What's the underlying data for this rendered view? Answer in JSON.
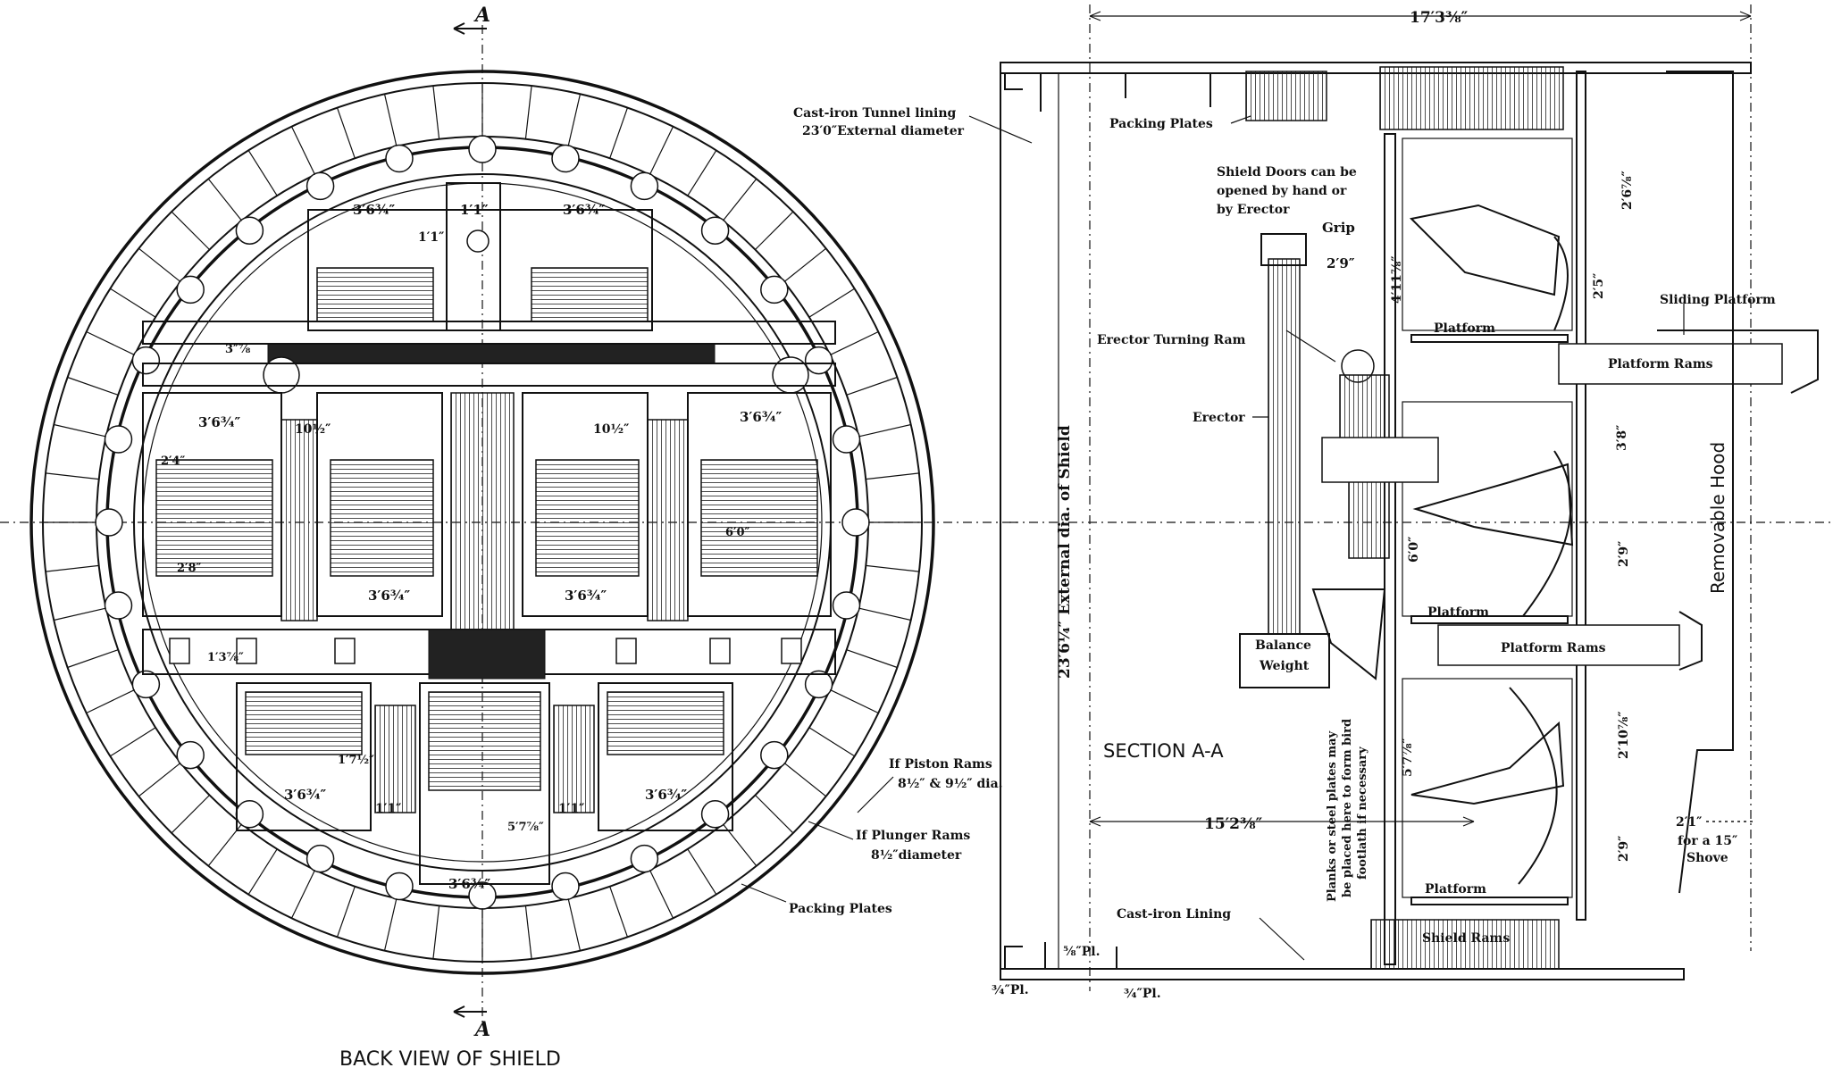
{
  "back_view": {
    "section_mark_top": "A",
    "section_mark_bottom": "A",
    "caption": "BACK VIEW OF SHIELD",
    "labels": {
      "tunnel_lining": "Cast-iron Tunnel lining",
      "tunnel_lining_dia": "23′0″External diameter",
      "piston_rams": "If Piston Rams",
      "piston_rams_dia": "8½″ & 9½″ dia.",
      "plunger_rams": "If Plunger Rams",
      "plunger_rams_dia": "8½″diameter",
      "packing_plates": "Packing Plates"
    },
    "dimensions": {
      "top_left_bay": "3′6¾″",
      "top_center": "1′1″",
      "top_right_bay": "3′6¾″",
      "top_height": "1′1″",
      "upper_left_small": "3″⅞",
      "mid_left_bay": "3′6¾″",
      "mid_right_bay": "3′6¾″",
      "mid_left_gap": "10½″",
      "mid_right_gap": "10½″",
      "mid_left_height": "2′4″",
      "mid_right_height": "6′0″",
      "mid_bottom_left": "3′6¾″",
      "mid_bottom_right": "3′6¾″",
      "left_small_height": "2′8″",
      "beam_height": "1′3⅞″",
      "bottom_left_bay": "3′6¾″",
      "bottom_right_bay": "3′6¾″",
      "bottom_left_gap": "1′1″",
      "bottom_right_gap": "1′1″",
      "bottom_center": "3′6¾″",
      "bottom_center_height": "5′7⅞″",
      "bottom_left_height": "1′7½″"
    }
  },
  "section": {
    "title": "SECTION A-A",
    "overall_length": "17′3⅜″",
    "inner_length": "15′2⅜″",
    "external_dia": "23′6¼″ External dia. of Shield",
    "labels": {
      "packing_plates": "Packing Plates",
      "doors_line1": "Shield Doors can be",
      "doors_line2": "opened by hand or",
      "doors_line3": "by Erector",
      "grip": "Grip",
      "erector_turning_ram": "Erector Turning Ram",
      "erector": "Erector",
      "balance_weight_1": "Balance",
      "balance_weight_2": "Weight",
      "sliding_platform": "Sliding Platform",
      "platform_rams_upper": "Platform Rams",
      "platform_rams_lower": "Platform Rams",
      "platform_1": "Platform",
      "platform_2": "Platform",
      "platform_3": "Platform",
      "removable_hood": "Removable Hood",
      "planks_1": "Planks or steel plates may",
      "planks_2": "be placed here to form bird",
      "planks_3": "footlath if necessary",
      "cast_iron_lining": "Cast-iron Lining",
      "shield_rams": "Shield Rams",
      "pl_5_8": "⅝″Pl.",
      "pl_3_4_a": "¾″Pl.",
      "pl_3_4_b": "¾″Pl.",
      "shove_1": "2′1″",
      "shove_2": "for a 15″",
      "shove_3": "Shove"
    },
    "dimensions": {
      "grip_width": "2′9″",
      "door_height": "4′11⅞″",
      "upper_right_1": "2′6⅞″",
      "upper_right_2": "2′5″",
      "mid_right_1": "3′8″",
      "mid_right_2": "2′9″",
      "mid_left": "6′0″",
      "lower_right_1": "2′10⅞″",
      "lower_right_2": "2′9″",
      "lower_left": "5′7⅞″"
    }
  }
}
